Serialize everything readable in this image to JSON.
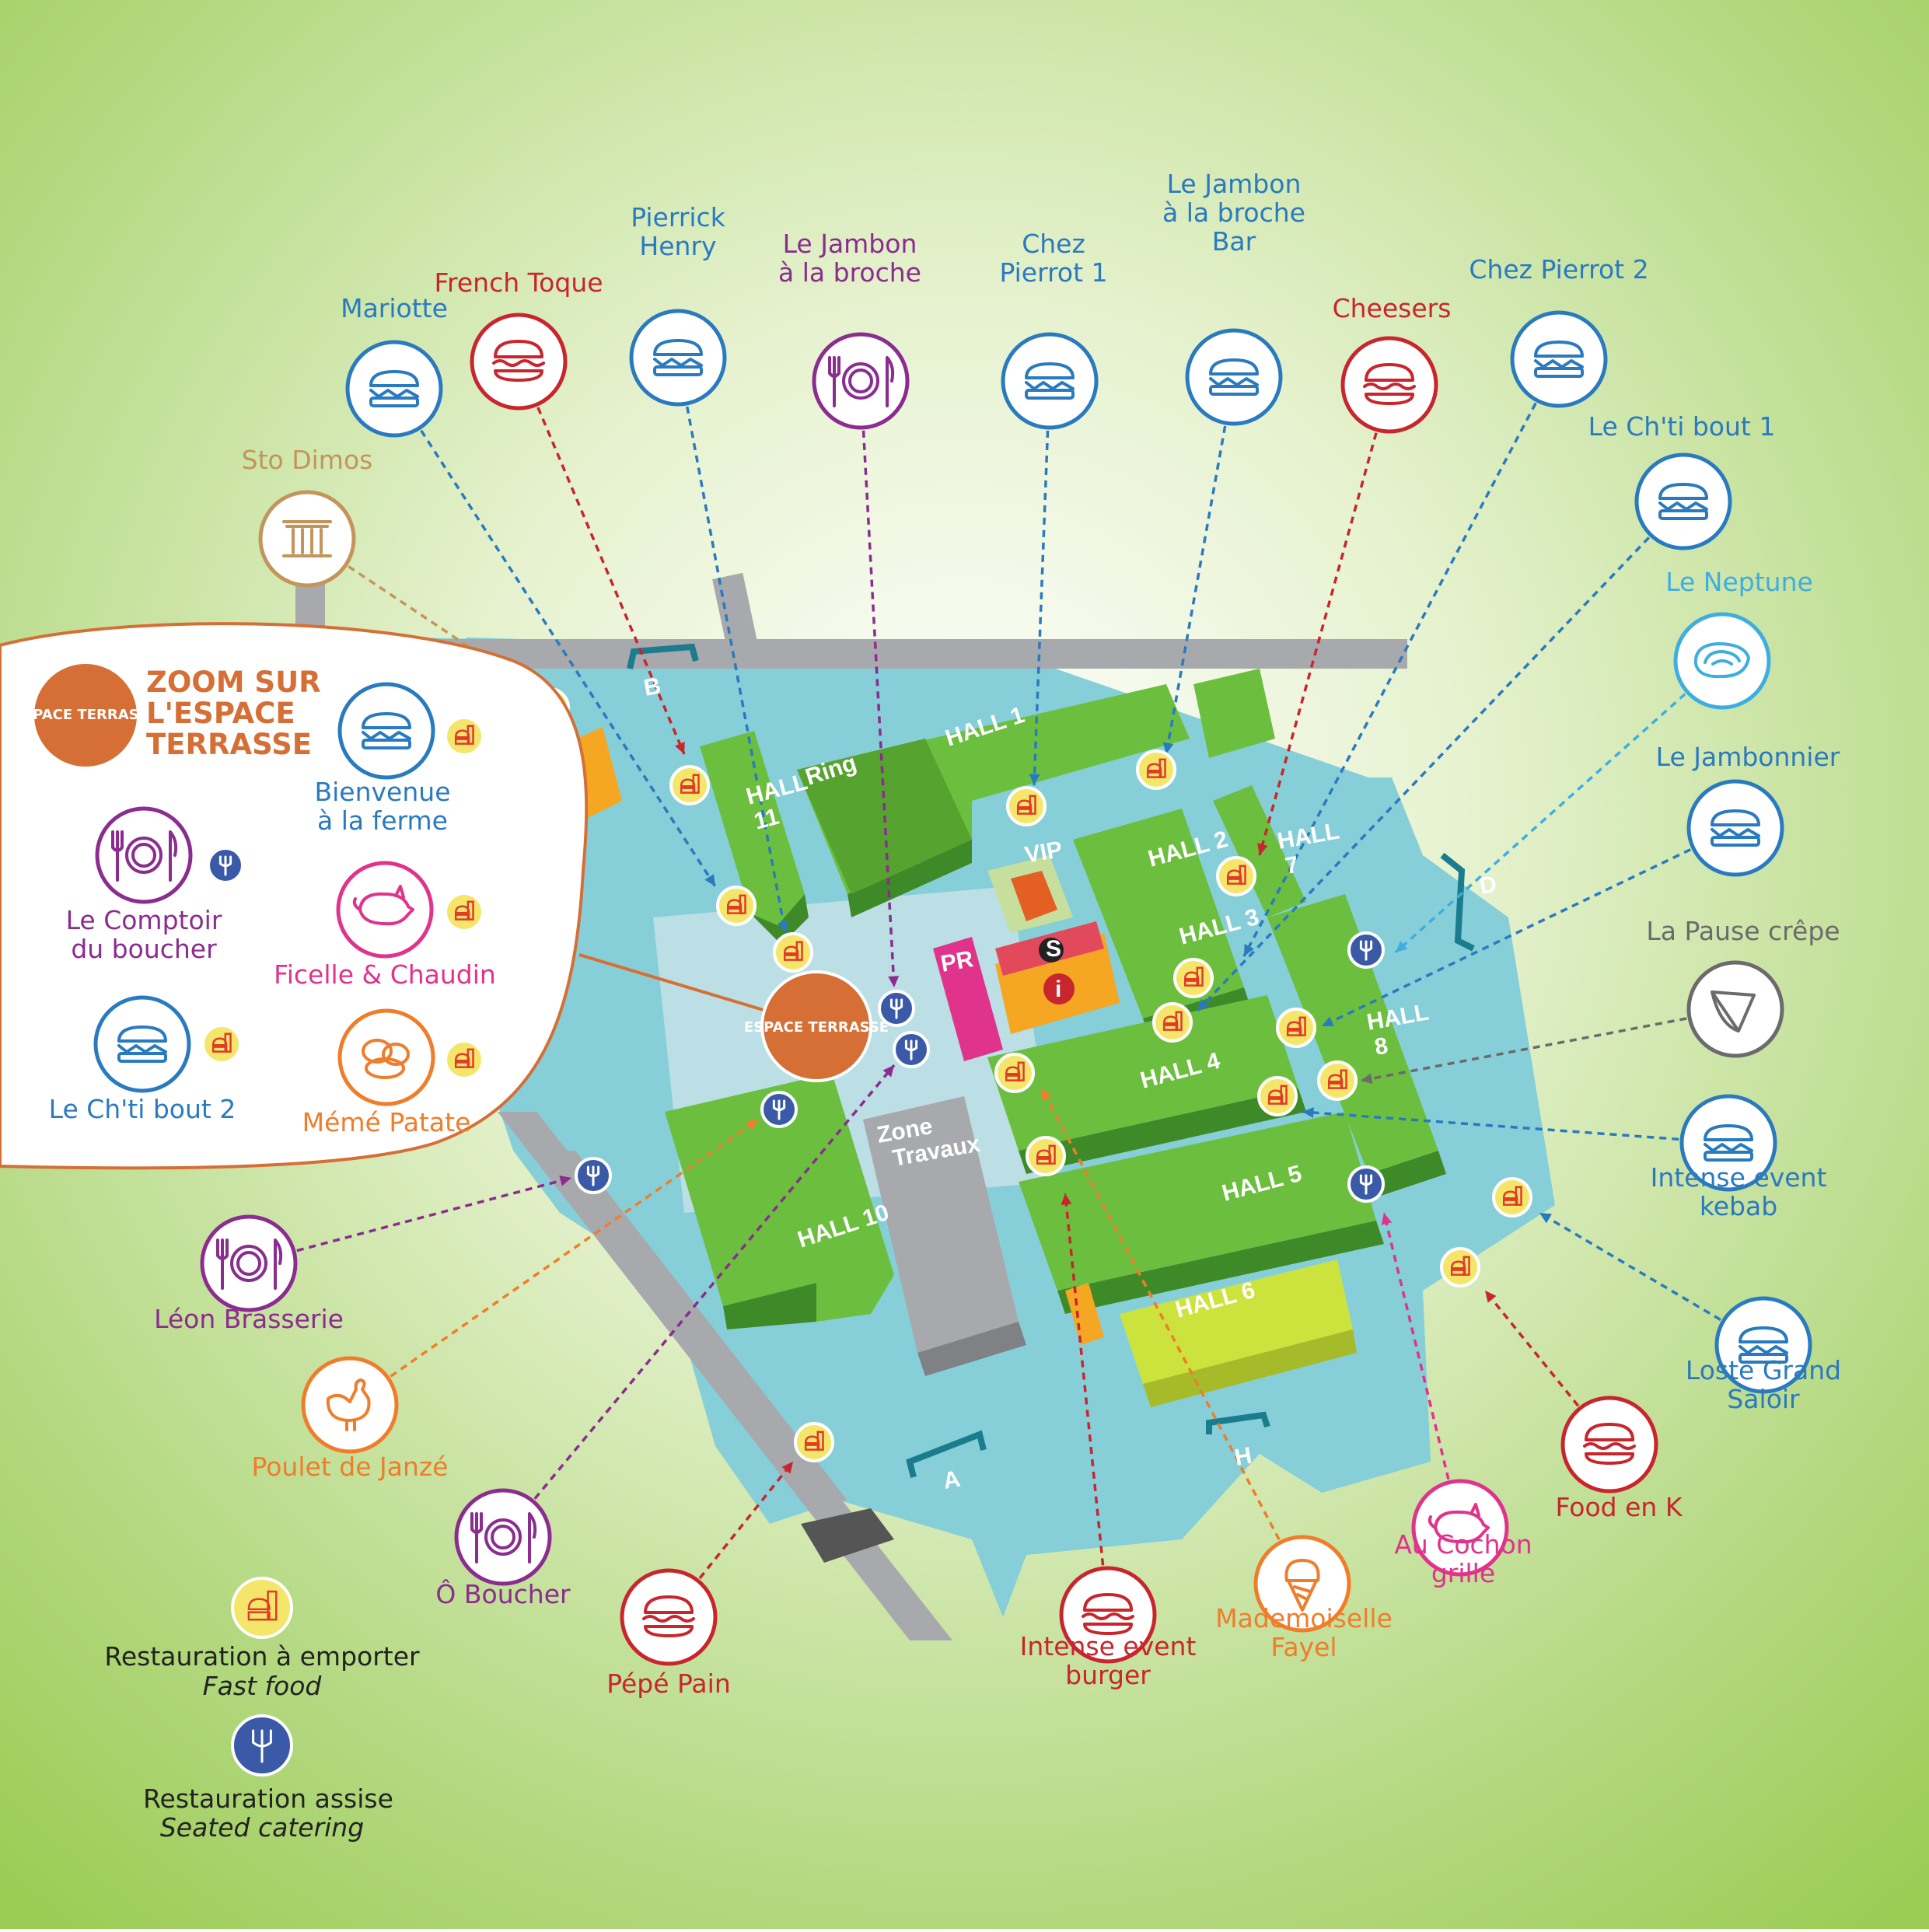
{
  "colors": {
    "background": "#9ccc54",
    "water": "#86cfd8",
    "hall": "#6cbf3e",
    "hall_dark": "#3f8a28",
    "road": "#a7a9ac",
    "blue": "#2a7abf",
    "red": "#c8252d",
    "purple": "#8b2c8f",
    "orange": "#ef7d2a",
    "pink": "#e0338c",
    "brown": "#c4955a",
    "cyan": "#3eaee0",
    "grey": "#6b6b6b",
    "accent_terrasse": "#d56f36",
    "fastfood_badge": "#f4e66a",
    "seated_badge": "#3a5aa8"
  },
  "zoom": {
    "title": [
      "ZOOM SUR",
      "L'ESPACE",
      "TERRASSE"
    ],
    "logo": "ESPACE TERRASSE",
    "items": [
      {
        "name": [
          "Bienvenue",
          "à la ferme"
        ],
        "icon": "sandwich-icon",
        "color": "#2a7abf"
      },
      {
        "name": [
          "Le Comptoir",
          "du boucher"
        ],
        "icon": "plate-icon",
        "color": "#8b2c8f"
      },
      {
        "name": [
          "Ficelle & Chaudin"
        ],
        "icon": "pig-icon",
        "color": "#e0338c"
      },
      {
        "name": [
          "Le Ch'ti bout 2"
        ],
        "icon": "sandwich-icon",
        "color": "#2a7abf"
      },
      {
        "name": [
          "Mémé Patate"
        ],
        "icon": "potato-icon",
        "color": "#ef7d2a"
      }
    ]
  },
  "restaurants": [
    {
      "name": [
        "Mariotte"
      ],
      "icon": "sandwich-icon",
      "color": "#2a7abf"
    },
    {
      "name": [
        "French Toque"
      ],
      "icon": "burger-icon",
      "color": "#c8252d"
    },
    {
      "name": [
        "Pierrick",
        "Henry"
      ],
      "icon": "sandwich-icon",
      "color": "#2a7abf"
    },
    {
      "name": [
        "Le Jambon",
        "à la broche"
      ],
      "icon": "plate-icon",
      "color": "#8b2c8f"
    },
    {
      "name": [
        "Chez",
        "Pierrot 1"
      ],
      "icon": "sandwich-icon",
      "color": "#2a7abf"
    },
    {
      "name": [
        "Le Jambon",
        "à la broche",
        "Bar"
      ],
      "icon": "sandwich-icon",
      "color": "#2a7abf"
    },
    {
      "name": [
        "Cheesers"
      ],
      "icon": "burger-icon",
      "color": "#c8252d"
    },
    {
      "name": [
        "Chez Pierrot 2"
      ],
      "icon": "sandwich-icon",
      "color": "#2a7abf"
    },
    {
      "name": [
        "Le Ch'ti bout 1"
      ],
      "icon": "sandwich-icon",
      "color": "#2a7abf"
    },
    {
      "name": [
        "Le Neptune"
      ],
      "icon": "oyster-icon",
      "color": "#3eaee0"
    },
    {
      "name": [
        "Le Jambonnier"
      ],
      "icon": "sandwich-icon",
      "color": "#2a7abf"
    },
    {
      "name": [
        "La Pause crêpe"
      ],
      "icon": "crepe-icon",
      "color": "#6b6b6b"
    },
    {
      "name": [
        "Intense event",
        "kebab"
      ],
      "icon": "sandwich-icon",
      "color": "#2a7abf"
    },
    {
      "name": [
        "Loste Grand",
        "Saloir"
      ],
      "icon": "sandwich-icon",
      "color": "#2a7abf"
    },
    {
      "name": [
        "Food en K"
      ],
      "icon": "burger-icon",
      "color": "#c8252d"
    },
    {
      "name": [
        "Au Cochon",
        "grillé"
      ],
      "icon": "pig-icon",
      "color": "#e0338c"
    },
    {
      "name": [
        "Mademoiselle",
        "Fayel"
      ],
      "icon": "icecream-icon",
      "color": "#ef7d2a"
    },
    {
      "name": [
        "Intense event",
        "burger"
      ],
      "icon": "burger-icon",
      "color": "#c8252d"
    },
    {
      "name": [
        "Pépé Pain"
      ],
      "icon": "burger-icon",
      "color": "#c8252d"
    },
    {
      "name": [
        "Ô Boucher"
      ],
      "icon": "plate-icon",
      "color": "#8b2c8f"
    },
    {
      "name": [
        "Poulet de Janzé"
      ],
      "icon": "chicken-icon",
      "color": "#ef7d2a"
    },
    {
      "name": [
        "Léon Brasserie"
      ],
      "icon": "plate-icon",
      "color": "#8b2c8f"
    },
    {
      "name": [
        "Sto Dimos"
      ],
      "icon": "column-icon",
      "color": "#c4955a"
    }
  ],
  "halls": [
    "HALL 1",
    "HALL 2",
    "HALL 3",
    "HALL 4",
    "HALL 5",
    "HALL 6",
    "HALL 7",
    "HALL 8",
    "HALL 10",
    "HALL 11"
  ],
  "places": {
    "ring": "Ring",
    "vip": "VIP",
    "pr": "PR",
    "zone": "Zone",
    "zone_sub": "Travaux",
    "info": "i",
    "s": "S"
  },
  "gates": [
    "A",
    "B",
    "D",
    "H"
  ],
  "legend": {
    "fastfood": {
      "line1": "Restauration à emporter",
      "line2": "Fast food"
    },
    "seated": {
      "line1": "Restauration assise",
      "line2": "Seated catering"
    }
  }
}
